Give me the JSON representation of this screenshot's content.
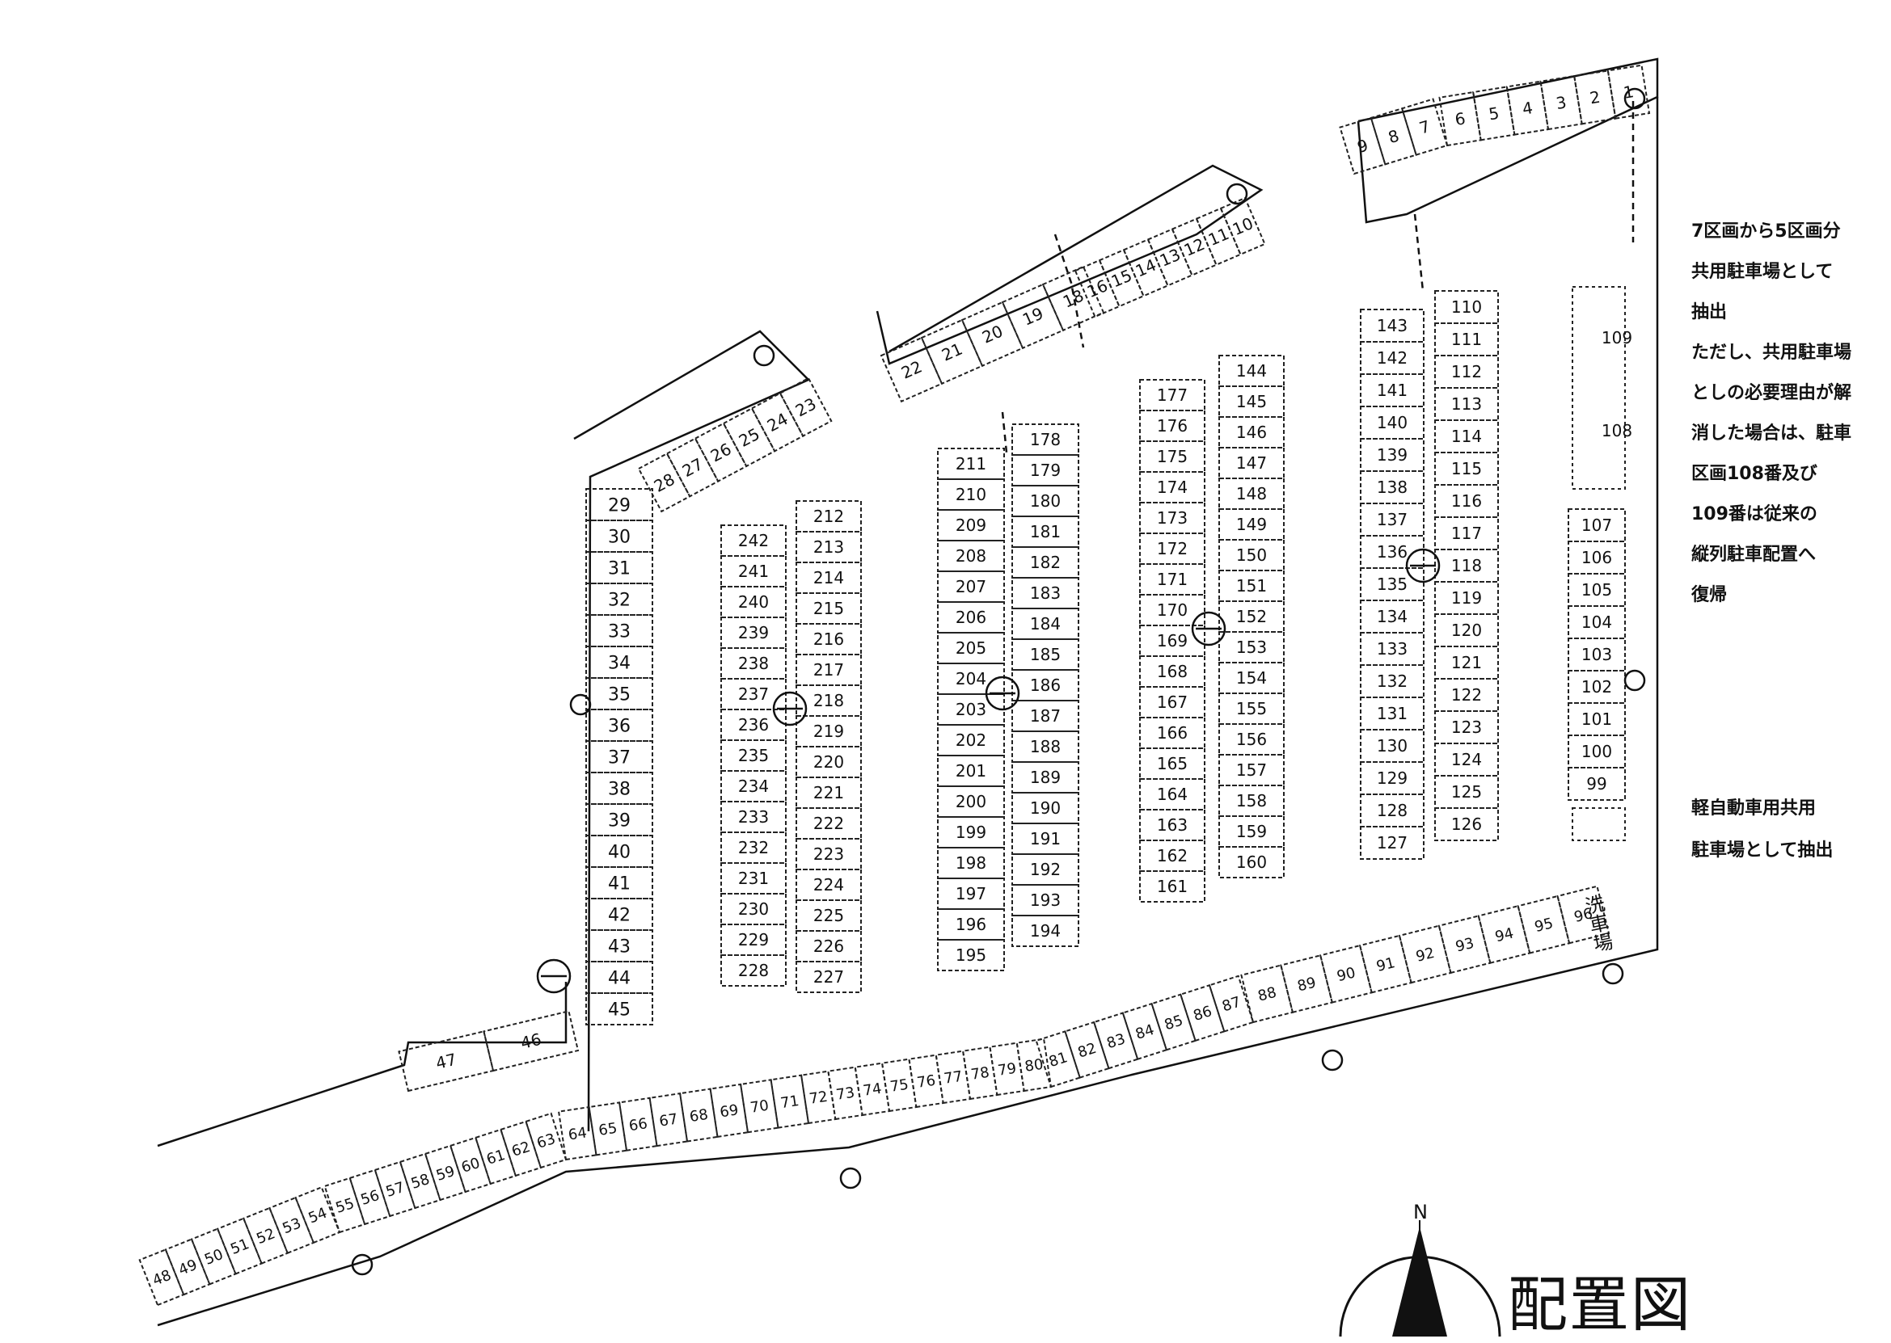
{
  "title": "配置図",
  "compass_label": "N",
  "wash_area": "洗車場",
  "note_main": [
    "7区画から5区画分",
    "共用駐車場として",
    "抽出",
    "ただし、共用駐車場",
    "としの必要理由が解",
    "消した場合は、駐車",
    "区画108番及び",
    "109番は従来の",
    "縦列駐車配置へ",
    "復帰"
  ],
  "note_kei": [
    "軽自動車用共用",
    "駐車場として抽出"
  ],
  "colors": {
    "line": "#111111",
    "dash": "#222222",
    "background": "#ffffff"
  }
}
